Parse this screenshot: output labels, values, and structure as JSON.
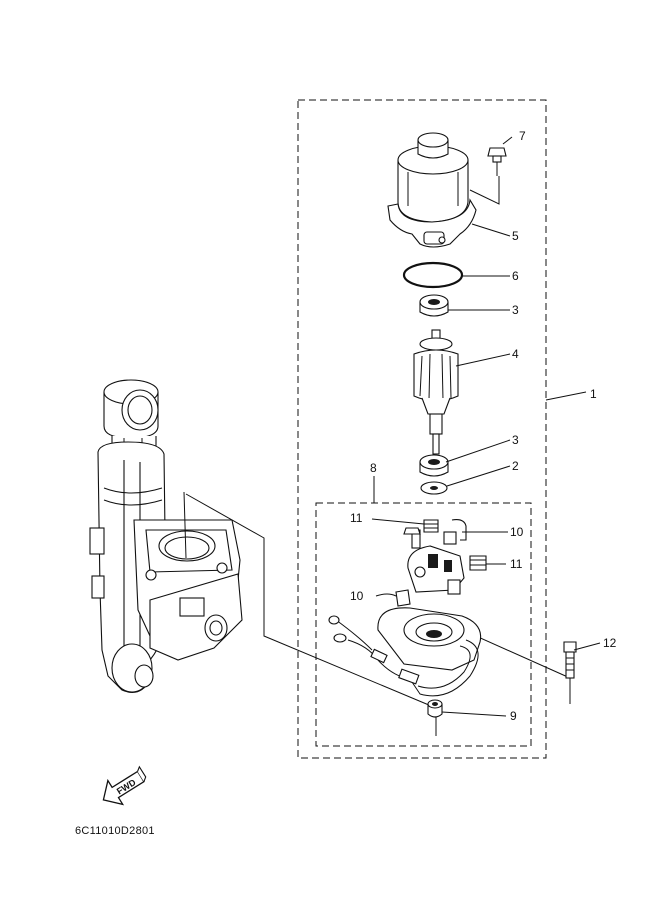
{
  "diagram": {
    "callouts": [
      {
        "id": "c1",
        "label": "1"
      },
      {
        "id": "c2",
        "label": "2"
      },
      {
        "id": "c3a",
        "label": "3"
      },
      {
        "id": "c3b",
        "label": "3"
      },
      {
        "id": "c4",
        "label": "4"
      },
      {
        "id": "c5",
        "label": "5"
      },
      {
        "id": "c6",
        "label": "6"
      },
      {
        "id": "c7",
        "label": "7"
      },
      {
        "id": "c8",
        "label": "8"
      },
      {
        "id": "c9",
        "label": "9"
      },
      {
        "id": "c10a",
        "label": "10"
      },
      {
        "id": "c10b",
        "label": "10"
      },
      {
        "id": "c11a",
        "label": "11"
      },
      {
        "id": "c11b",
        "label": "11"
      },
      {
        "id": "c12",
        "label": "12"
      }
    ],
    "fwd_label": "FWD",
    "drawing_code": "6C11010D2801"
  }
}
